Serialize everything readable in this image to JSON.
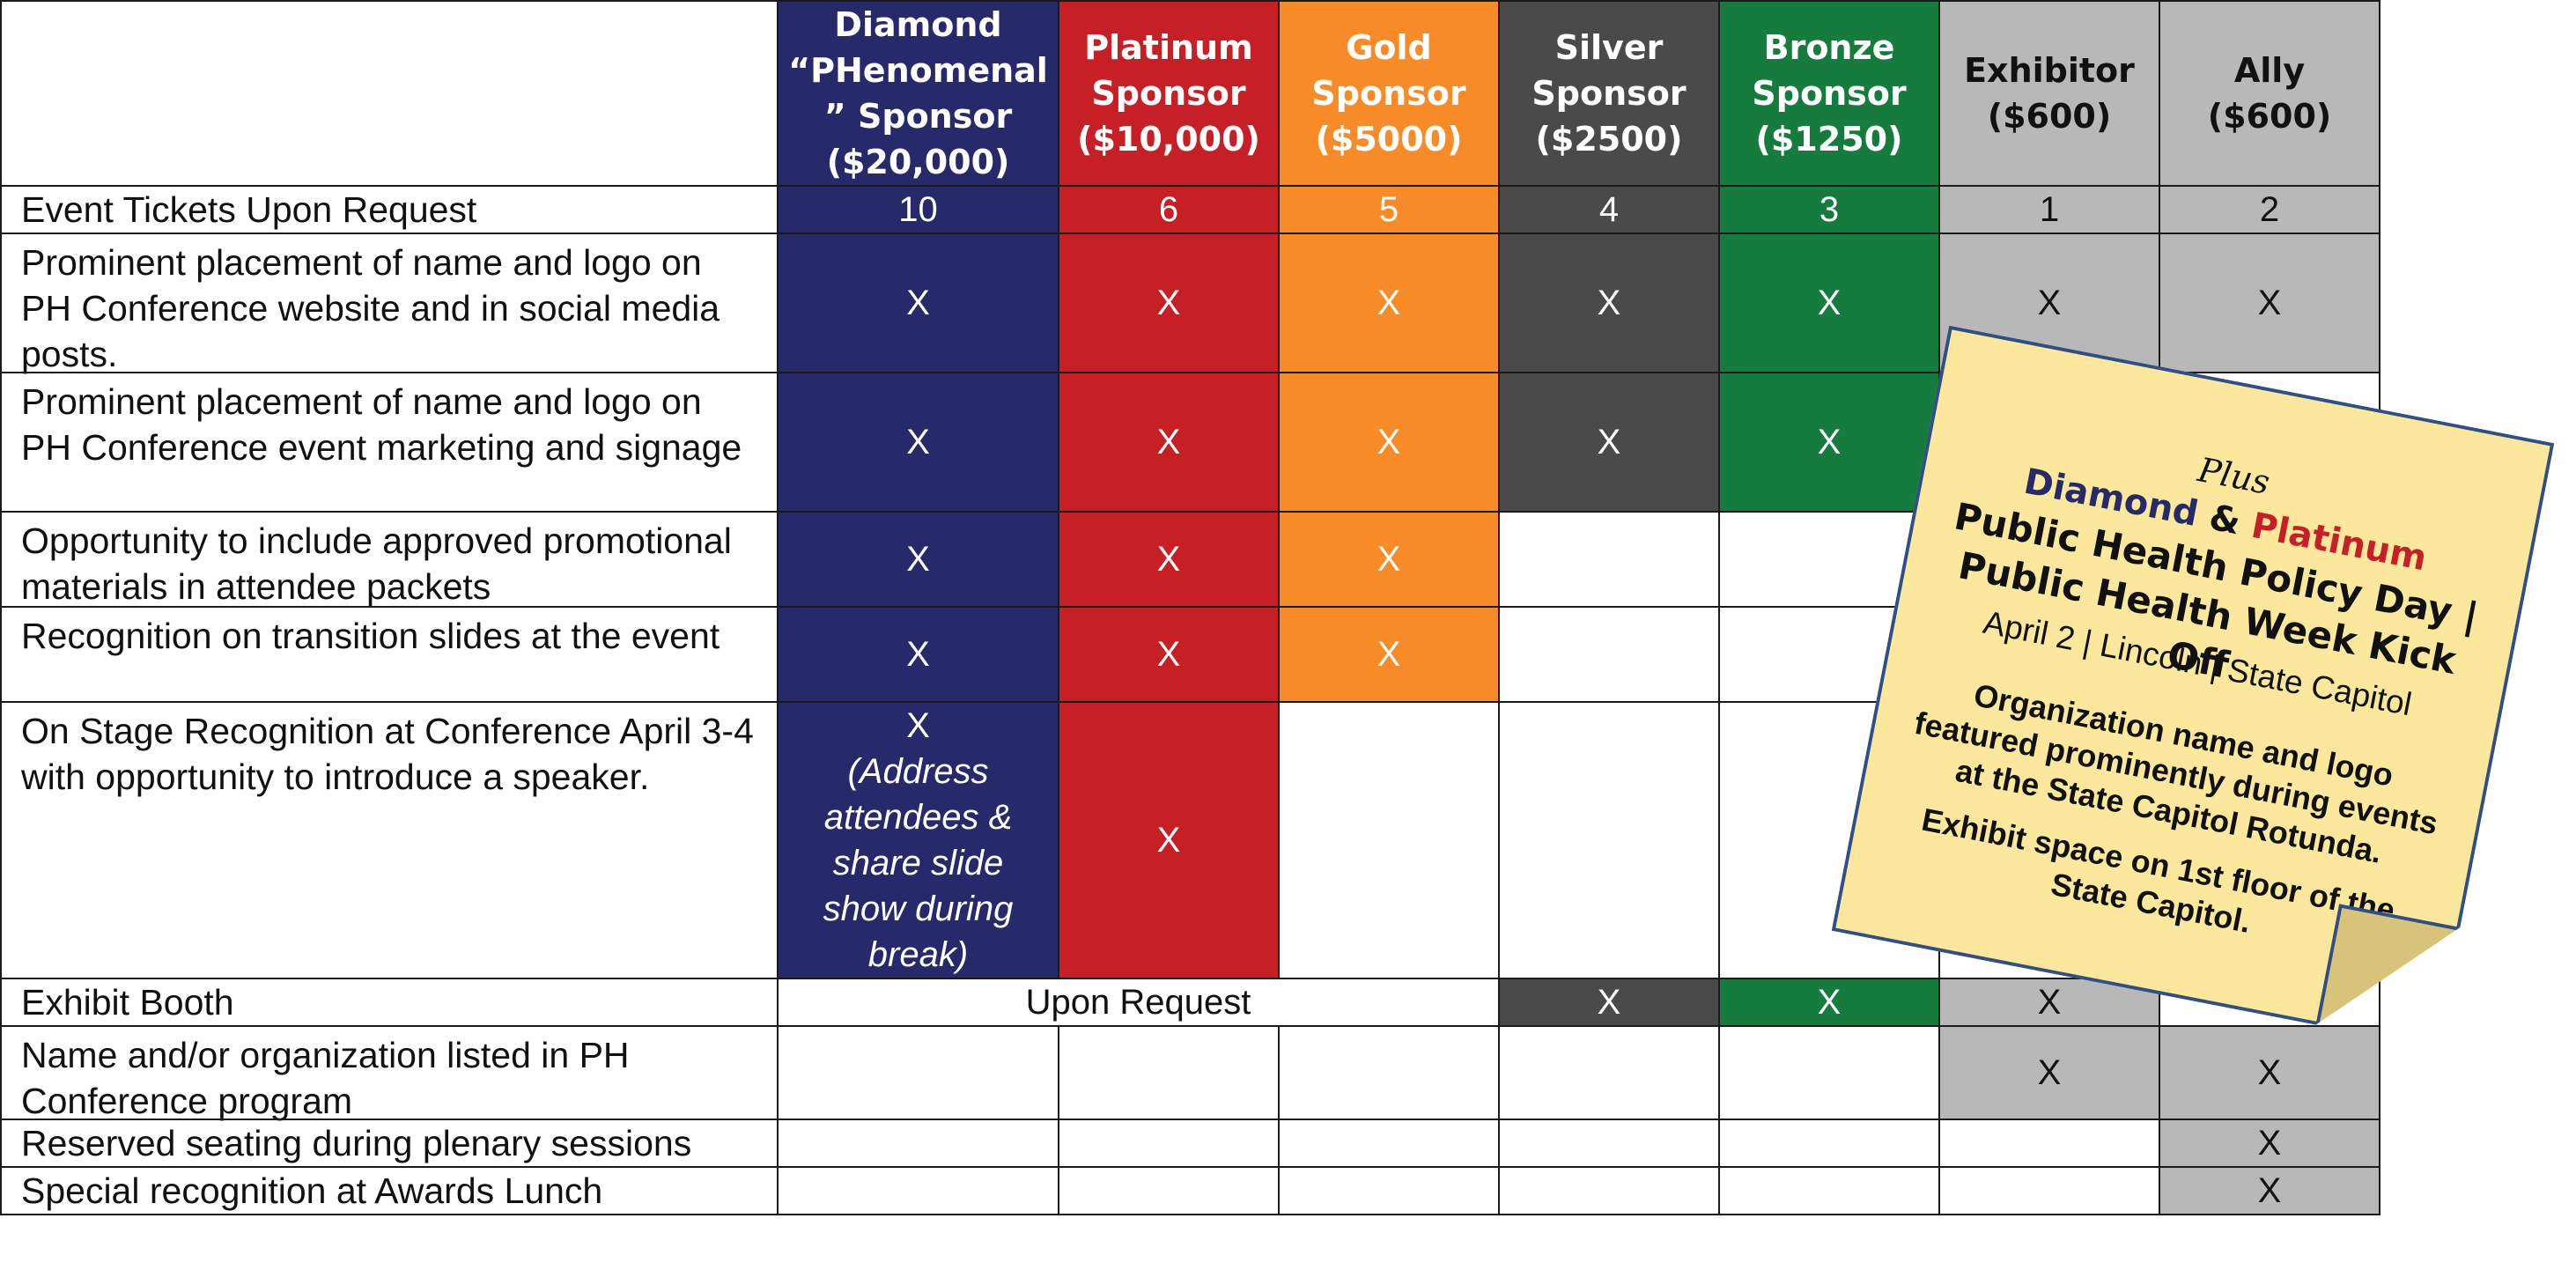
{
  "colors": {
    "diamond": "#262a6b",
    "platinum": "#c62026",
    "gold": "#f68b28",
    "silver": "#4a4a4a",
    "bronze": "#167c3d",
    "exhibitor": "#b8b8b8",
    "ally": "#b8b8b8",
    "note_bg": "#fbe89c",
    "note_border": "#2f4f86"
  },
  "tiers": [
    {
      "key": "diamond",
      "label": "Diamond\n“PHenomenal\n” Sponsor\n($20,000)"
    },
    {
      "key": "platinum",
      "label": "Platinum\nSponsor\n($10,000)"
    },
    {
      "key": "gold",
      "label": "Gold\nSponsor\n($5000)"
    },
    {
      "key": "silver",
      "label": "Silver\nSponsor\n($2500)"
    },
    {
      "key": "bronze",
      "label": "Bronze\nSponsor\n($1250)"
    },
    {
      "key": "exhibitor",
      "label": "Exhibitor\n($600)"
    },
    {
      "key": "ally",
      "label": "Ally\n($600)"
    }
  ],
  "benefits": [
    {
      "label": "Event Tickets Upon Request",
      "values": [
        "10",
        "6",
        "5",
        "4",
        "3",
        "1",
        "2"
      ]
    },
    {
      "label": "Prominent placement of name and logo on PH Conference website and in social media posts.",
      "values": [
        "X",
        "X",
        "X",
        "X",
        "X",
        "X",
        "X"
      ]
    },
    {
      "label": "Prominent placement of name and logo on PH Conference event marketing and signage",
      "values": [
        "X",
        "X",
        "X",
        "X",
        "X",
        "",
        ""
      ]
    },
    {
      "label": "Opportunity to include approved promotional materials in attendee packets",
      "values": [
        "X",
        "X",
        "X",
        "",
        "",
        "",
        ""
      ]
    },
    {
      "label": "Recognition on transition slides at the event",
      "values": [
        "X",
        "X",
        "X",
        "",
        "",
        "",
        ""
      ]
    },
    {
      "label": "On Stage Recognition at Conference April 3-4 with opportunity to introduce a speaker.",
      "values": [
        "X",
        "X",
        "",
        "",
        "",
        "",
        ""
      ],
      "diamond_note": "(Address attendees & share slide show during break)"
    },
    {
      "label": "Exhibit Booth",
      "merged_value": "Upon Request",
      "values": [
        "",
        "",
        "",
        "X",
        "X",
        "X",
        ""
      ]
    },
    {
      "label": "Name and/or organization listed in PH Conference program",
      "values": [
        "",
        "",
        "",
        "",
        "",
        "X",
        "X"
      ]
    },
    {
      "label": "Reserved seating during plenary sessions",
      "values": [
        "",
        "",
        "",
        "",
        "",
        "",
        "X"
      ]
    },
    {
      "label": "Special recognition at Awards Lunch",
      "values": [
        "",
        "",
        "",
        "",
        "",
        "",
        "X"
      ]
    }
  ],
  "note": {
    "plus": "Plus",
    "diamond": "Diamond",
    "amp": "&",
    "platinum": "Platinum",
    "title": "Public Health Policy Day | Public Health Week Kick Off",
    "location": "April 2 | Lincoln | State Capitol",
    "desc1": "Organization name and logo featured prominently during events at the State Capitol Rotunda.",
    "desc2": "Exhibit space on 1st floor of the State Capitol."
  }
}
